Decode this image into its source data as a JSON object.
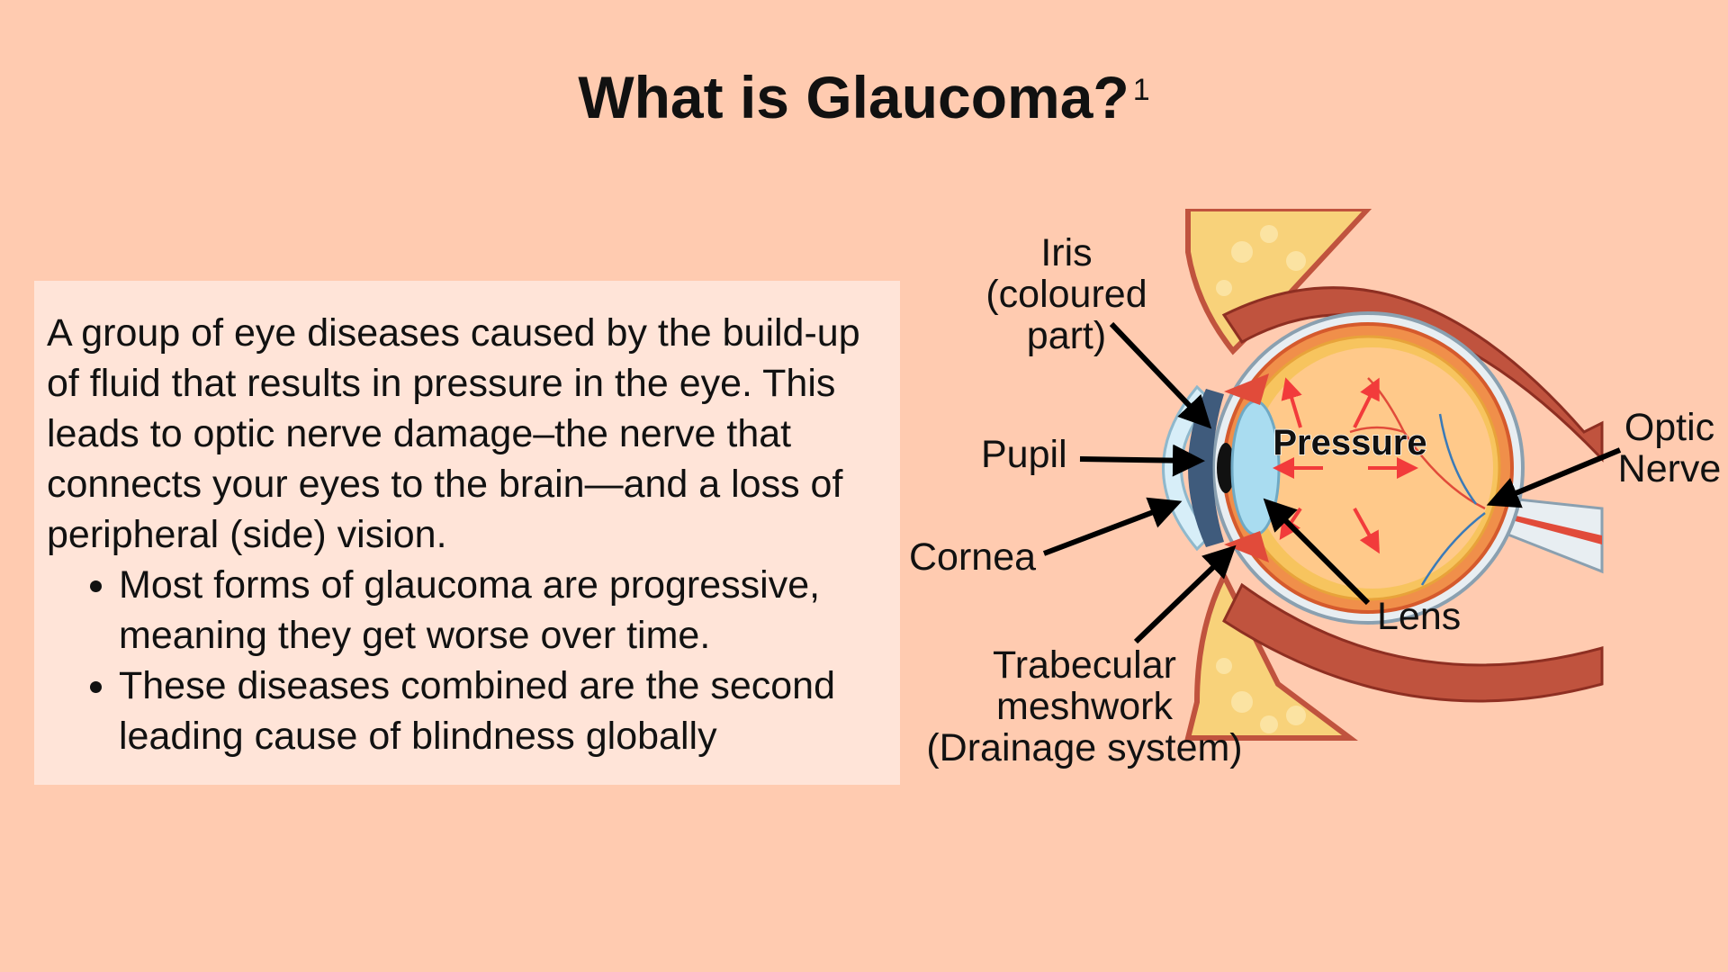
{
  "title": {
    "text": "What is Glaucoma?",
    "superscript": "1"
  },
  "description": {
    "paragraph": "A group of eye diseases caused by the build-up of fluid that results in pressure in the eye. This leads to optic nerve damage–the nerve that connects your eyes to the brain—and a loss of peripheral (side) vision.",
    "bullets": [
      "Most forms of glaucoma are progressive, meaning they get worse over time.",
      "These diseases combined are the second leading cause of blindness globally"
    ]
  },
  "diagram": {
    "labels": {
      "iris": [
        "Iris",
        "(coloured",
        "part)"
      ],
      "pupil": "Pupil",
      "cornea": "Cornea",
      "trabecular": [
        "Trabecular",
        "meshwork",
        "(Drainage system)"
      ],
      "lens": "Lens",
      "optic_nerve": [
        "Optic",
        "Nerve"
      ],
      "pressure": "Pressure"
    },
    "colors": {
      "background": "#ffcbb0",
      "text_panel": "#ffe4d8",
      "muscle": "#c0533e",
      "fat": "#f8d27a",
      "sclera": "#e8eef2",
      "vitreous": "#ffc98a",
      "iris": "#3f5b7c",
      "arrow_red": "#f23b3b"
    }
  }
}
